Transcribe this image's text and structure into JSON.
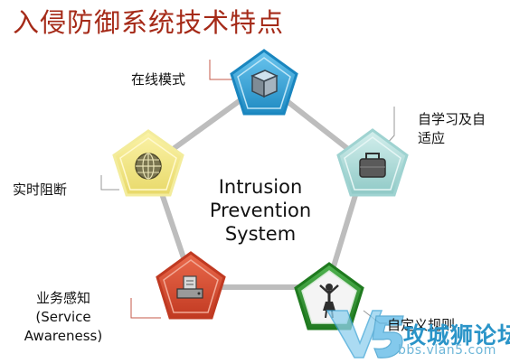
{
  "title": "入侵防御系统技术特点",
  "center_label": [
    "Intrusion",
    "Prevention",
    "System"
  ],
  "features": {
    "mode": "在线模式",
    "self_learning": [
      "自学习及自",
      "适应"
    ],
    "realtime_blocking": "实时阻断",
    "service_awareness": [
      "业务感知",
      "(Service",
      "Awareness)"
    ],
    "custom_rules": "自定义规则"
  },
  "watermark": {
    "main": "攻城狮论坛",
    "url": "bbs.vlan5.com"
  },
  "colors": {
    "title": "#a52a18",
    "mode": "#2a9fd6",
    "self_learning": "#a8d8d6",
    "realtime_blocking": "#f2e68c",
    "service_awareness": "#d0432c",
    "custom_rules": "#2b8c2b",
    "connector": "#bdbdbd"
  },
  "icons": [
    "cube-icon",
    "briefcase-icon",
    "globe-icon",
    "printer-icon",
    "person-icon"
  ]
}
